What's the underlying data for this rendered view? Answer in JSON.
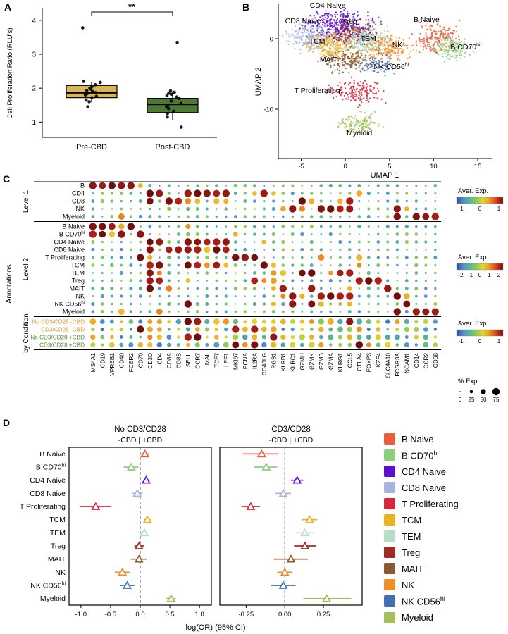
{
  "panels": {
    "a": "A",
    "b": "B",
    "c": "C",
    "d": "D"
  },
  "cell_colors": {
    "B Naive": "#EE5B3A",
    "B CD70^hi": "#8FCE7F",
    "CD4 Naive": "#5B0FD0",
    "CD8 Naive": "#A7B4E2",
    "T Proliferating": "#D7263D",
    "TCM": "#ECB022",
    "TEM": "#B5DEC9",
    "Treg": "#9E2B25",
    "MAIT": "#8A5A33",
    "NK": "#EF8F2A",
    "NK CD56^hi": "#3F6FB5",
    "Myeloid": "#A2C05A"
  },
  "condition_colors": {
    "minus_cbd": "#DD9A2B",
    "plus_cbd": "#4F8F2C"
  },
  "chart_data": [
    {
      "id": "proliferation_boxplot",
      "type": "box",
      "ylabel": "Cell Proliferation Ratio  (RLU's)",
      "yticks": [
        1,
        2,
        3,
        4
      ],
      "ylim": [
        0.55,
        4.35
      ],
      "significance": "**",
      "groups": [
        {
          "label": "Pre-CBD",
          "color": "#D6B656",
          "box": {
            "q1": 1.72,
            "median": 1.86,
            "q3": 2.08,
            "whisker_low": 1.58,
            "whisker_high": 2.17
          },
          "points": [
            3.78,
            2.2,
            2.17,
            2.1,
            2.05,
            2.0,
            1.97,
            1.93,
            1.9,
            1.87,
            1.84,
            1.8,
            1.76,
            1.72,
            1.65,
            1.6,
            1.45
          ]
        },
        {
          "label": "Post-CBD",
          "color": "#4C7A33",
          "box": {
            "q1": 1.28,
            "median": 1.52,
            "q3": 1.7,
            "whisker_low": 1.05,
            "whisker_high": 1.9
          },
          "points": [
            3.35,
            1.92,
            1.88,
            1.85,
            1.82,
            1.78,
            1.74,
            1.7,
            1.62,
            1.55,
            1.5,
            1.45,
            1.4,
            1.32,
            1.25,
            1.15,
            0.85
          ]
        }
      ]
    },
    {
      "id": "umap",
      "type": "scatter",
      "xlabel": "UMAP 1",
      "ylabel": "UMAP 2",
      "xticks": [
        -5,
        0,
        5,
        10,
        15
      ],
      "yticks": [
        0,
        -10
      ],
      "xlim": [
        -7.6,
        16.6
      ],
      "ylim": [
        -17,
        4.3
      ],
      "clusters": [
        {
          "name": "CD4 Naive",
          "color": "#5B0FD0",
          "cx": -0.8,
          "cy": 1.7,
          "sx": 1.9,
          "sy": 1.1,
          "n": 380,
          "lx": -2.0,
          "ly": 4.4
        },
        {
          "name": "CD8 Naive",
          "color": "#A7B4E2",
          "cx": -3.6,
          "cy": 0.2,
          "sx": 1.3,
          "sy": 1.0,
          "n": 230,
          "lx": -4.8,
          "ly": 2.2
        },
        {
          "name": "Treg",
          "color": "#9E2B25",
          "cx": 0.9,
          "cy": 0.9,
          "sx": 1.2,
          "sy": 0.9,
          "n": 170,
          "lx": 0.5,
          "ly": 2.1
        },
        {
          "name": "TCM",
          "color": "#ECB022",
          "cx": -1.6,
          "cy": -1.1,
          "sx": 1.4,
          "sy": 0.9,
          "n": 230,
          "lx": -3.2,
          "ly": -0.7
        },
        {
          "name": "TEM",
          "color": "#9FD6C2",
          "cx": 2.3,
          "cy": -0.2,
          "sx": 1.4,
          "sy": 0.9,
          "n": 210,
          "lx": 2.6,
          "ly": -0.3
        },
        {
          "name": "NK",
          "color": "#EF8F2A",
          "cx": 4.7,
          "cy": -1.5,
          "sx": 1.3,
          "sy": 0.9,
          "n": 210,
          "lx": 5.9,
          "ly": -1.2
        },
        {
          "name": "MAIT",
          "color": "#8A5A33",
          "cx": 0.4,
          "cy": -3.2,
          "sx": 1.3,
          "sy": 0.7,
          "n": 150,
          "lx": -1.9,
          "ly": -3.3
        },
        {
          "name": "NK CD56^hi",
          "color": "#3F6FB5",
          "cx": 4.0,
          "cy": -3.7,
          "sx": 0.9,
          "sy": 0.6,
          "n": 80,
          "lx": 5.2,
          "ly": -4.3
        },
        {
          "name": "T Proliferating",
          "color": "#D7263D",
          "cx": 1.2,
          "cy": -7.5,
          "sx": 1.4,
          "sy": 0.8,
          "n": 150,
          "lx": -3.2,
          "ly": -7.7
        },
        {
          "name": "B Naive",
          "color": "#EE5B3A",
          "cx": 10.4,
          "cy": 0.0,
          "sx": 1.2,
          "sy": 1.0,
          "n": 180,
          "lx": 9.2,
          "ly": 2.4
        },
        {
          "name": "B CD70^hi",
          "color": "#8FCE7F",
          "cx": 12.0,
          "cy": -1.3,
          "sx": 1.0,
          "sy": 0.8,
          "n": 150,
          "lx": 13.6,
          "ly": -1.5
        },
        {
          "name": "Myeloid",
          "color": "#A2C05A",
          "cx": 1.6,
          "cy": -12.0,
          "sx": 1.1,
          "sy": 0.7,
          "n": 130,
          "lx": 1.6,
          "ly": -13.7
        }
      ]
    },
    {
      "id": "marker_dotplot",
      "type": "heatmap",
      "group_label": "Annotations",
      "genes": [
        "MS4A1",
        "CD19",
        "VPREB1",
        "CD40",
        "FCER2",
        "CD70",
        "CD3D",
        "CD4",
        "CD8A",
        "CD8B",
        "SELL",
        "CCR7",
        "MAL",
        "TCF7",
        "LEF1",
        "MKI67",
        "PCNA",
        "IL2RA",
        "CD40LG",
        "RGS1",
        "KLRB1",
        "KLRC1",
        "GZMH",
        "GZMK",
        "GZMB",
        "GZMA",
        "KLRG1",
        "CCL5",
        "CTLA4",
        "FOXP3",
        "IKZF4",
        "SLC4A10",
        "FCGR3A",
        "NCAM1",
        "CD14",
        "CCR2",
        "CD68"
      ],
      "row_groups": [
        {
          "label": "Level 1",
          "rows": [
            {
              "name": "B",
              "high": [
                "MS4A1",
                "CD19",
                "VPREB1",
                "CD40",
                "FCER2"
              ],
              "mid": [
                "CD70"
              ]
            },
            {
              "name": "CD4",
              "high": [
                "CD3D",
                "CD4",
                "CCR7",
                "MAL",
                "TCF7",
                "LEF1",
                "CD40LG",
                "SELL"
              ],
              "mid": [
                "IL2RA",
                "RGS1",
                "CTLA4"
              ]
            },
            {
              "name": "CD8",
              "high": [
                "CD3D",
                "CD8A",
                "CD8B",
                "CCL5",
                "GZMH"
              ],
              "mid": [
                "SELL",
                "CCR7",
                "TCF7",
                "LEF1",
                "GZMK",
                "KLRG1"
              ]
            },
            {
              "name": "NK",
              "high": [
                "KLRC1",
                "GZMB",
                "GZMA",
                "FCGR3A",
                "CCL5",
                "KLRG1"
              ],
              "mid": [
                "KLRB1",
                "GZMH",
                "NCAM1"
              ]
            },
            {
              "name": "Myeloid",
              "high": [
                "CD14",
                "CCR2",
                "CD68",
                "FCGR3A"
              ],
              "mid": [
                "CD40"
              ]
            }
          ]
        },
        {
          "label": "Level 2",
          "rows": [
            {
              "name": "B Naive",
              "high": [
                "MS4A1",
                "CD19",
                "VPREB1",
                "FCER2"
              ],
              "mid": [
                "CD40",
                "SELL"
              ]
            },
            {
              "name": "B CD70^hi",
              "high": [
                "MS4A1",
                "CD19",
                "CD40",
                "CD70"
              ],
              "mid": [
                "VPREB1",
                "MKI67"
              ]
            },
            {
              "name": "CD4 Naive",
              "high": [
                "CD3D",
                "CD4",
                "SELL",
                "CCR7",
                "MAL",
                "TCF7",
                "LEF1"
              ],
              "mid": [
                "CD40LG"
              ]
            },
            {
              "name": "CD8 Naive",
              "high": [
                "CD3D",
                "CD8A",
                "CD8B",
                "SELL",
                "CCR7",
                "TCF7",
                "LEF1"
              ],
              "mid": [
                "MAL"
              ]
            },
            {
              "name": "T Proliferating",
              "high": [
                "MKI67",
                "PCNA",
                "IL2RA",
                "CD70"
              ],
              "mid": [
                "CD3D",
                "GZMB",
                "CTLA4"
              ]
            },
            {
              "name": "TCM",
              "high": [
                "CD3D",
                "CD4",
                "SELL",
                "CCR7",
                "TCF7",
                "CD40LG"
              ],
              "mid": [
                "LEF1",
                "MAL",
                "RGS1",
                "CTLA4"
              ]
            },
            {
              "name": "TEM",
              "high": [
                "CD3D",
                "GZMH",
                "GZMK",
                "CCL5",
                "KLRG1"
              ],
              "mid": [
                "CD4",
                "GZMA",
                "RGS1",
                "KLRB1"
              ]
            },
            {
              "name": "Treg",
              "high": [
                "CD3D",
                "CD4",
                "IL2RA",
                "CTLA4",
                "FOXP3",
                "IKZF4"
              ],
              "mid": [
                "RGS1",
                "CD40LG",
                "SELL"
              ]
            },
            {
              "name": "MAIT",
              "high": [
                "CD3D",
                "KLRB1",
                "SLC4A10",
                "GZMK"
              ],
              "mid": [
                "CD8A",
                "CCL5",
                "RGS1"
              ]
            },
            {
              "name": "NK",
              "high": [
                "KLRC1",
                "GZMB",
                "GZMA",
                "KLRG1",
                "CCL5",
                "FCGR3A"
              ],
              "mid": [
                "KLRB1",
                "GZMH",
                "NCAM1"
              ]
            },
            {
              "name": "NK CD56^hi",
              "high": [
                "NCAM1",
                "KLRC1",
                "GZMK",
                "SELL"
              ],
              "mid": [
                "GZMB",
                "CCL5",
                "RGS1"
              ]
            },
            {
              "name": "Myeloid",
              "high": [
                "CD14",
                "CCR2",
                "CD68",
                "FCGR3A"
              ],
              "mid": [
                "CD40",
                "CD4"
              ]
            }
          ]
        },
        {
          "label": "by Condition",
          "rows": [
            {
              "name": "No CD3/CD28 -CBD",
              "cbd": "minus",
              "dense": true,
              "high": [
                "SELL",
                "CCR7",
                "CCL5"
              ],
              "mid": [
                "CD3D",
                "CD4",
                "TCF7",
                "LEF1",
                "KLRB1",
                "GZMK",
                "GZMA",
                "FCGR3A",
                "MS4A1"
              ]
            },
            {
              "name": "CD3/CD28 -CBD",
              "cbd": "minus",
              "dense": true,
              "high": [
                "CD70",
                "IL2RA",
                "MKI67"
              ],
              "mid": [
                "CD3D",
                "CD4",
                "PCNA",
                "CD40LG",
                "CTLA4",
                "GZMB",
                "RGS1"
              ]
            },
            {
              "name": "No CD3/CD28 +CBD",
              "cbd": "plus",
              "dense": true,
              "high": [
                "SELL",
                "CCR7",
                "RGS1"
              ],
              "mid": [
                "CD3D",
                "CD4",
                "TCF7",
                "CCL5",
                "KLRB1",
                "GZMK",
                "MS4A1"
              ]
            },
            {
              "name": "CD3/CD28 +CBD",
              "cbd": "plus",
              "dense": true,
              "high": [
                "IL2RA",
                "CTLA4",
                "MKI67"
              ],
              "mid": [
                "CD70",
                "CD3D",
                "PCNA",
                "GZMB",
                "FOXP3",
                "RGS1"
              ]
            }
          ]
        }
      ],
      "legends": {
        "aver_exp": [
          {
            "title": "Aver. Exp.",
            "ticks": [
              "-1",
              "0",
              "1"
            ]
          },
          {
            "title": "Aver. Exp.",
            "ticks": [
              "-2",
              "-1",
              "0",
              "1",
              "2"
            ]
          },
          {
            "title": "Aver. Exp.",
            "ticks": [
              "-1",
              "0",
              "1"
            ]
          }
        ],
        "pct_exp": {
          "title": "% Exp.",
          "ticks": [
            "0",
            "25",
            "50",
            "75"
          ],
          "sizes": [
            0,
            25,
            50,
            75
          ]
        }
      }
    },
    {
      "id": "forest",
      "type": "scatter",
      "xlabel": "log(OR) (95% CI)",
      "cells": [
        "B Naive",
        "B CD70^hi",
        "CD4 Naive",
        "CD8 Naive",
        "T Proliferating",
        "TCM",
        "TEM",
        "Treg",
        "MAIT",
        "NK",
        "NK CD56^hi",
        "Myeloid"
      ],
      "facets": [
        {
          "title": "No CD3/CD28",
          "subtitle": "-CBD | +CBD",
          "xlim": [
            -1.2,
            1.2
          ],
          "xticks": [
            {
              "v": -1.0,
              "t": "-1.0"
            },
            {
              "v": -0.5,
              "t": "-0.5"
            },
            {
              "v": 0.0,
              "t": "0.0"
            },
            {
              "v": 0.5,
              "t": "0.5"
            },
            {
              "v": 1.0,
              "t": "1.0"
            }
          ],
          "estimates": [
            {
              "x": 0.08,
              "lo": 0.02,
              "hi": 0.15
            },
            {
              "x": -0.15,
              "lo": -0.28,
              "hi": -0.03
            },
            {
              "x": 0.1,
              "lo": 0.05,
              "hi": 0.16
            },
            {
              "x": -0.05,
              "lo": -0.14,
              "hi": 0.04
            },
            {
              "x": -0.75,
              "lo": -1.02,
              "hi": -0.5
            },
            {
              "x": 0.12,
              "lo": 0.06,
              "hi": 0.18
            },
            {
              "x": 0.07,
              "lo": 0.02,
              "hi": 0.12
            },
            {
              "x": -0.02,
              "lo": -0.1,
              "hi": 0.06
            },
            {
              "x": -0.02,
              "lo": -0.16,
              "hi": 0.12
            },
            {
              "x": -0.3,
              "lo": -0.43,
              "hi": -0.18
            },
            {
              "x": -0.22,
              "lo": -0.34,
              "hi": -0.1
            },
            {
              "x": 0.52,
              "lo": 0.44,
              "hi": 0.6
            }
          ]
        },
        {
          "title": "CD3/CD28",
          "subtitle": "-CBD | +CBD",
          "xlim": [
            -0.42,
            0.5
          ],
          "xticks": [
            {
              "v": -0.25,
              "t": "-0.25"
            },
            {
              "v": 0.0,
              "t": "0.00"
            },
            {
              "v": 0.25,
              "t": "0.25"
            }
          ],
          "estimates": [
            {
              "x": -0.15,
              "lo": -0.27,
              "hi": -0.04
            },
            {
              "x": -0.12,
              "lo": -0.2,
              "hi": -0.05
            },
            {
              "x": 0.08,
              "lo": 0.04,
              "hi": 0.12
            },
            {
              "x": -0.01,
              "lo": -0.06,
              "hi": 0.04
            },
            {
              "x": -0.22,
              "lo": -0.28,
              "hi": -0.16
            },
            {
              "x": 0.16,
              "lo": 0.11,
              "hi": 0.21
            },
            {
              "x": 0.13,
              "lo": 0.07,
              "hi": 0.19
            },
            {
              "x": 0.13,
              "lo": 0.06,
              "hi": 0.2
            },
            {
              "x": 0.04,
              "lo": -0.07,
              "hi": 0.15
            },
            {
              "x": 0.0,
              "lo": -0.05,
              "hi": 0.05
            },
            {
              "x": -0.01,
              "lo": -0.09,
              "hi": 0.07
            },
            {
              "x": 0.27,
              "lo": 0.12,
              "hi": 0.43
            }
          ]
        }
      ]
    }
  ]
}
